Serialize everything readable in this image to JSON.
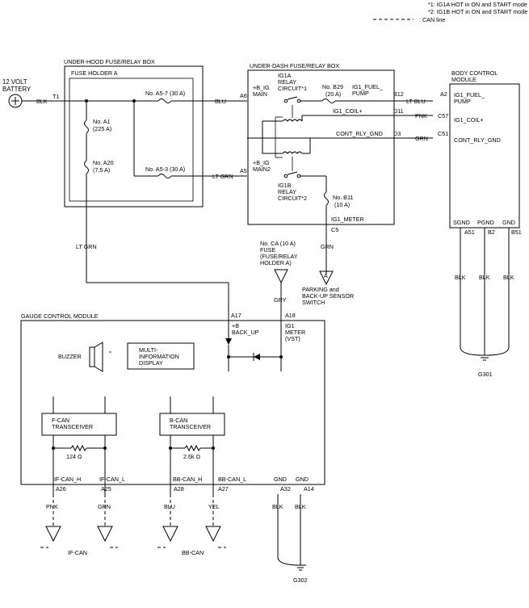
{
  "notes": {
    "note1": "*1: IG1A HOT in ON and START mode",
    "note2": "*2: IG1B HOT in ON and START mode",
    "can_line": ": CAN line"
  },
  "battery": {
    "line1": "12 VOLT",
    "line2": "BATTERY",
    "wire": "BLK",
    "term": "T1"
  },
  "underhood": {
    "title": "UNDER-HOOD FUSE/RELAY BOX",
    "holder": "FUSE HOLDER A",
    "fuse_a1": {
      "no": "No. A1",
      "rating": "(225 A)"
    },
    "fuse_a20": {
      "no": "No. A20",
      "rating": "(7.5 A)"
    },
    "fuse_a57": "No. A5-7 (30 A)",
    "fuse_a53": "No. A5-3 (30 A)"
  },
  "wires": {
    "blu": "BLU",
    "lt_grn_a5": "LT GRN",
    "lt_grn_down": "LT GRN",
    "lt_blu": "LT BLU",
    "pnk": "PNK",
    "grn": "GRN",
    "grn_c5": "GRN",
    "gry": "GRY",
    "blk_a51": "BLK",
    "blk_b2": "BLK",
    "blk_b51": "BLK",
    "blk_a32": "BLK",
    "blk_a14": "BLK",
    "pnk_a26": "PNK",
    "grn_a25": "GRN",
    "blu_a28": "BLU",
    "yel_a27": "YEL"
  },
  "underdash": {
    "title": "UNDER-DASH FUSE/RELAY BOX",
    "a6": "A6",
    "a5": "A5",
    "b_ig_main": [
      "+B_IG",
      "MAIN"
    ],
    "b_ig_main2": [
      "+B_IG",
      "MAIN2"
    ],
    "ig1a": [
      "IG1A",
      "RELAY",
      "CIRCUIT*1"
    ],
    "ig1b": [
      "IG1B",
      "RELAY",
      "CIRCUIT*2"
    ],
    "fuse_b29": {
      "no": "No. B29",
      "rating": "(20 A)"
    },
    "fuse_b11": {
      "no": "No. B11",
      "rating": "(10 A)"
    },
    "ig1_fuel_pump": [
      "IG1_FUEL_",
      "PUMP"
    ],
    "ig1_coil": "IG1_COIL+",
    "cont_rly_gnd": "CONT_RLY_GND",
    "ig1_meter": "IG1_METER",
    "b12": "B12",
    "d11": "D11",
    "d3": "D3",
    "c5": "C5"
  },
  "bcm": {
    "title": [
      "BODY CONTROL",
      "MODULE"
    ],
    "a2": "A2",
    "c57": "C57",
    "c51": "C51",
    "ig1_fuel_pump": [
      "IG1_FUEL_",
      "PUMP"
    ],
    "ig1_coil": "IG1_COIL+",
    "cont_rly_gnd": "CONT_RLY_GND",
    "sgnd": "SGND",
    "pgnd": "PGND",
    "gnd": "GND",
    "a51": "A51",
    "b2": "B2",
    "b51": "B51",
    "ground": "G301"
  },
  "fuse_ca": [
    "No. CA (10 A)",
    "FUSE",
    "(FUSE/RELAY",
    "HOLDER A)"
  ],
  "parking": {
    "marker": "A",
    "label": [
      "PARKING and",
      "BACK-UP SENSOR",
      "SWITCH"
    ]
  },
  "gcm": {
    "title": "GAUGE CONTROL MODULE",
    "a17": "A17",
    "a18": "A18",
    "b_backup": [
      "+B",
      "BACK_UP"
    ],
    "ig1_meter": [
      "IG1",
      "METER",
      "(VST)"
    ],
    "buzzer": "BUZZER",
    "mid": [
      "MULTI-",
      "INFORMATION",
      "DISPLAY"
    ],
    "fcan": [
      "F-CAN",
      "TRANSCEIVER"
    ],
    "bcan": [
      "B-CAN",
      "TRANSCEIVER"
    ],
    "res1": "124 Ω",
    "res2": "2.6k Ω",
    "if_can_h": "IF-CAN_H",
    "if_can_l": "IF-CAN_L",
    "bb_can_h": "BB-CAN_H",
    "bb_can_l": "BB-CAN_L",
    "gnd1": "GND",
    "gnd2": "GND",
    "a26": "A26",
    "a25": "A25",
    "a28": "A28",
    "a27": "A27",
    "a32": "A32",
    "a14": "A14",
    "ground": "G302"
  },
  "if_can": "IF-CAN",
  "bb_can": "BB-CAN"
}
